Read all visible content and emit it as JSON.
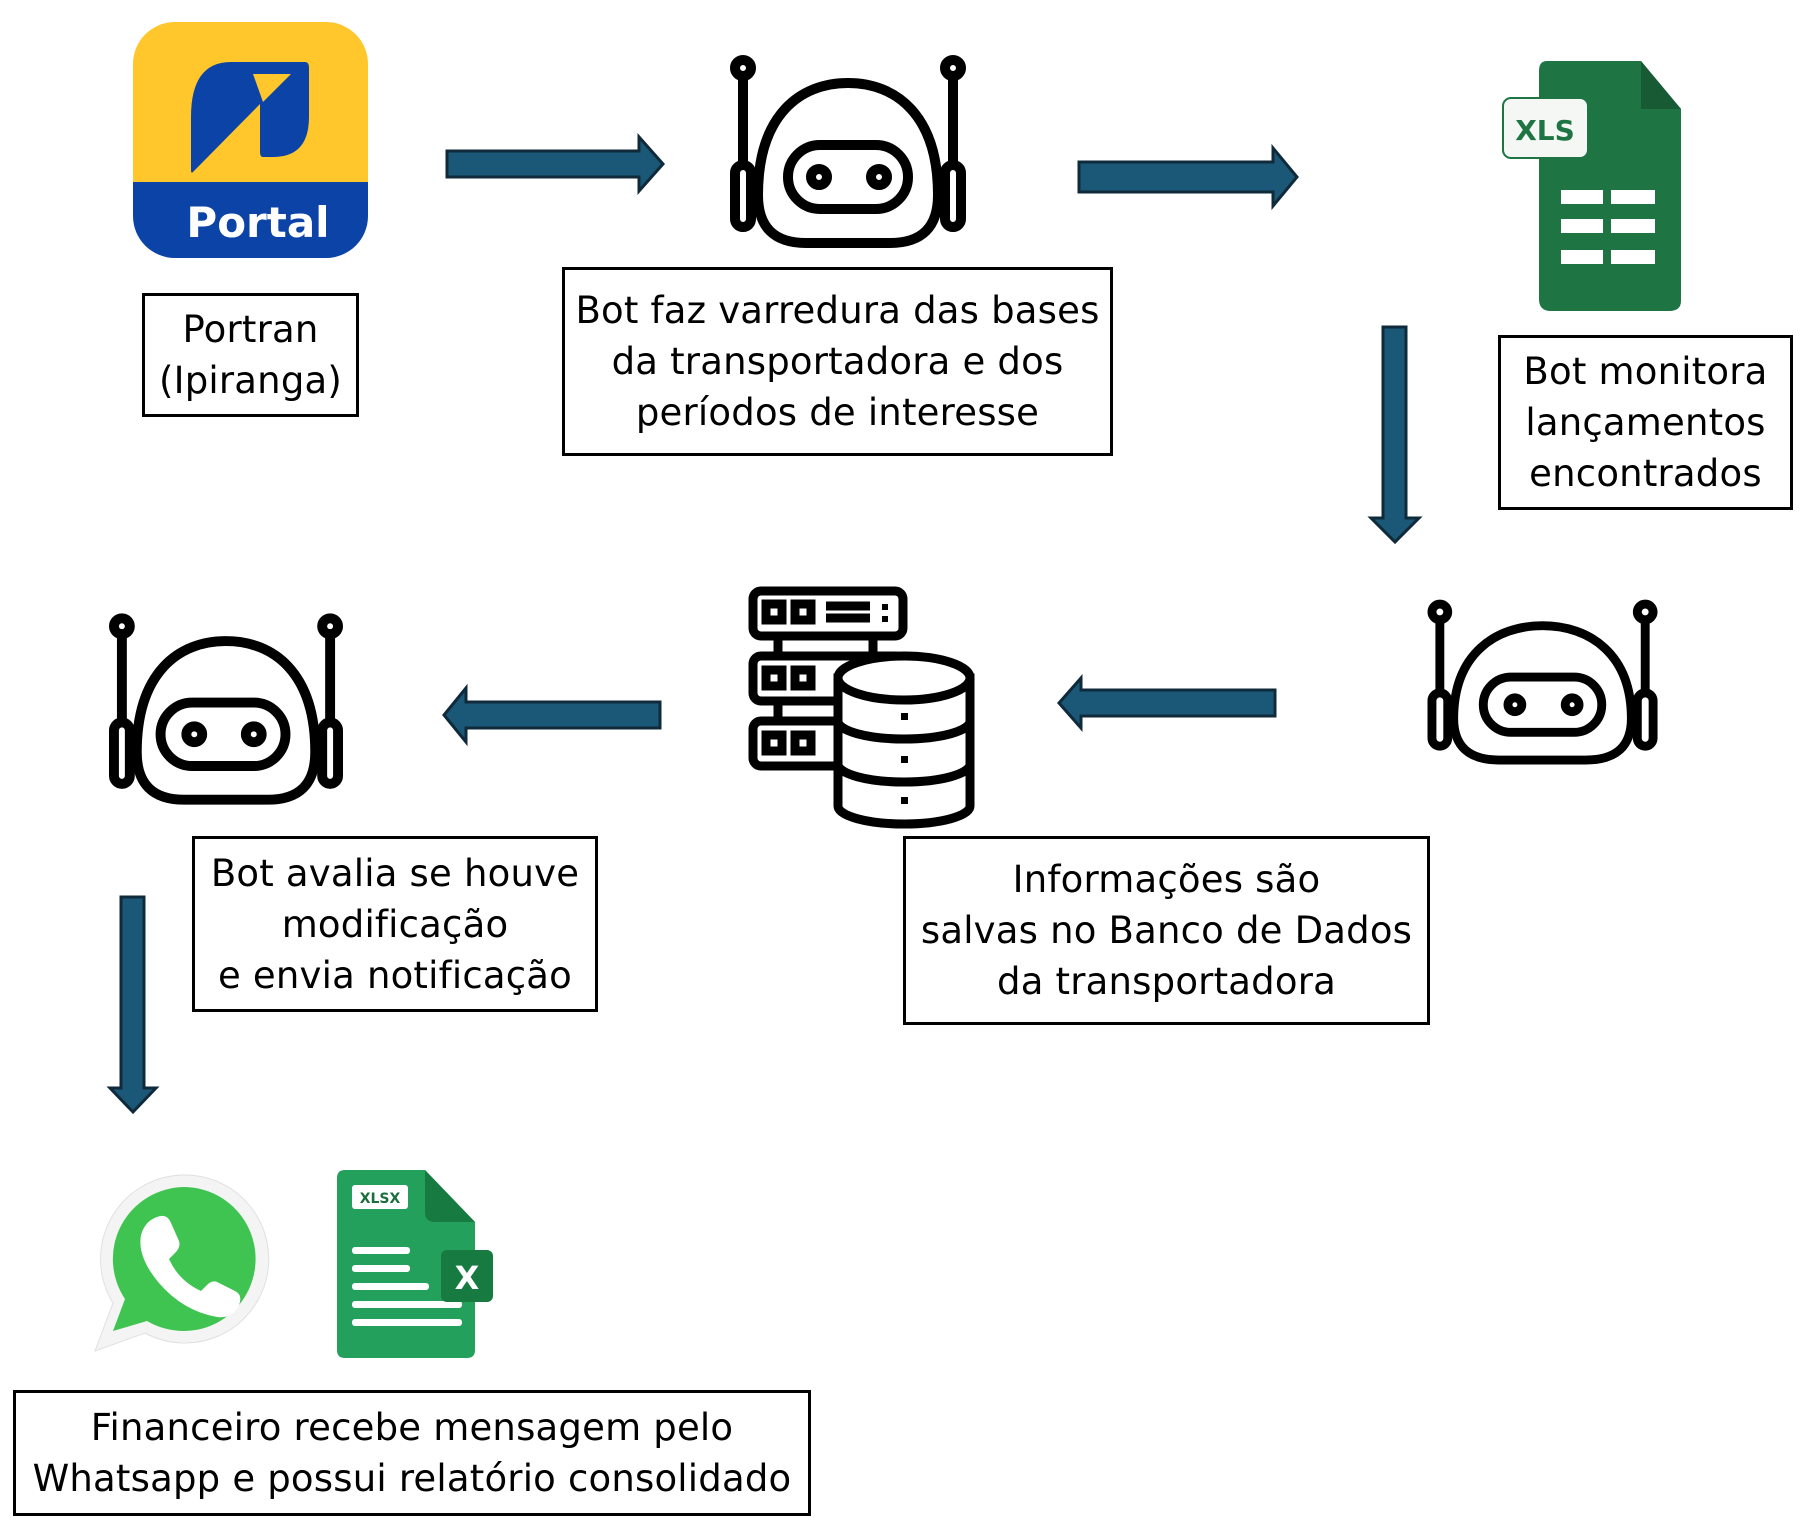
{
  "diagram": {
    "title": "Fluxo do bot de monitoramento Portran",
    "colors": {
      "arrow_fill": "#1b5878",
      "arrow_stroke": "#0f2a3a",
      "portal_yellow": "#ffc72c",
      "portal_blue": "#0b44a6",
      "sheets_green": "#1e7442",
      "sheets_dark": "#185a34",
      "xlsx_green": "#23a05b",
      "whatsapp_green": "#3fc451"
    },
    "nodes": {
      "portal_icon": {
        "icon": "portal-app-icon",
        "label": "Portal"
      },
      "portran_box": {
        "lines": [
          "Portran",
          "(Ipiranga)"
        ]
      },
      "bot_scan": {
        "icon": "robot-icon"
      },
      "bot_scan_box": {
        "lines": [
          "Bot faz varredura das bases",
          "da transportadora e dos",
          "períodos de interesse"
        ]
      },
      "xls_file": {
        "icon": "spreadsheet-file-icon",
        "label": "XLS"
      },
      "bot_monitor_box": {
        "lines": [
          "Bot monitora",
          "lançamentos",
          "encontrados"
        ]
      },
      "bot_monitor": {
        "icon": "robot-icon"
      },
      "database": {
        "icon": "server-database-icon"
      },
      "db_box": {
        "lines": [
          "Informações são",
          "salvas no Banco de Dados",
          "da transportadora"
        ]
      },
      "bot_eval": {
        "icon": "robot-icon"
      },
      "bot_eval_box": {
        "lines": [
          "Bot avalia se houve",
          "modificação",
          "e envia notificação"
        ]
      },
      "whatsapp": {
        "icon": "whatsapp-icon"
      },
      "xlsx_file": {
        "icon": "excel-file-icon",
        "label": "XLSX",
        "badge": "X"
      },
      "final_box": {
        "lines": [
          "Financeiro recebe mensagem pelo",
          "Whatsapp e possui relatório consolidado"
        ]
      }
    },
    "edges": [
      {
        "from": "portal_icon",
        "to": "bot_scan",
        "direction": "right"
      },
      {
        "from": "bot_scan",
        "to": "xls_file",
        "direction": "right"
      },
      {
        "from": "xls_file",
        "to": "bot_monitor",
        "direction": "down"
      },
      {
        "from": "bot_monitor",
        "to": "database",
        "direction": "left"
      },
      {
        "from": "database",
        "to": "bot_eval",
        "direction": "left"
      },
      {
        "from": "bot_eval",
        "to": "whatsapp",
        "direction": "down"
      }
    ]
  }
}
